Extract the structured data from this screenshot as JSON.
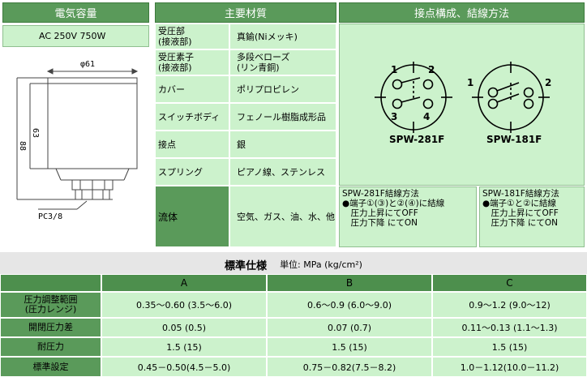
{
  "left": {
    "header": "電気容量",
    "rating": "AC 250V 750W",
    "dims": {
      "phi": "φ61",
      "h63": "63",
      "h88": "88",
      "port": "PC3/8"
    }
  },
  "materials": {
    "header": "主要材質",
    "rows": [
      {
        "label": "受圧部\n(接液部)",
        "value": "真鍮(Niメッキ)"
      },
      {
        "label": "受圧素子\n(接液部)",
        "value": "多段ベローズ\n(リン青銅)"
      },
      {
        "label": "カバー",
        "value": "ポリプロピレン"
      },
      {
        "label": "スイッチボディ",
        "value": "フェノール樹脂成形品"
      },
      {
        "label": "接点",
        "value": "銀"
      },
      {
        "label": "スプリング",
        "value": "ピアノ線、ステンレス"
      },
      {
        "label": "流体",
        "value": "空気、ガス、油、水、他"
      }
    ]
  },
  "contacts": {
    "header": "接点構成、結線方法",
    "d1": {
      "name": "SPW-281F",
      "n1": "1",
      "n2": "2",
      "n3": "3",
      "n4": "4"
    },
    "d2": {
      "name": "SPW-181F",
      "n1": "1",
      "n2": "2"
    },
    "wiring281": {
      "title": "SPW-281F結線方法",
      "l1": "●端子①(③)と②(④)に結線",
      "l2": "　圧力上昇にてOFF",
      "l3": "　圧力下降 にてON"
    },
    "wiring181": {
      "title": "SPW-181F結線方法",
      "l1": "●端子①と②に結線",
      "l2": "　圧力上昇にてOFF",
      "l3": "　圧力下降 にてON"
    }
  },
  "spec": {
    "title": "標準仕様",
    "unit": "単位: MPa (kg/cm²)",
    "cols": [
      "A",
      "B",
      "C"
    ],
    "rows": [
      {
        "label": "圧力調整範囲\n(圧力レンジ)",
        "vals": [
          "0.35～0.60 (3.5～6.0)",
          "0.6～0.9 (6.0～9.0)",
          "0.9～1.2 (9.0～12)"
        ]
      },
      {
        "label": "開閉圧力差",
        "vals": [
          "0.05 (0.5)",
          "0.07 (0.7)",
          "0.11～0.13 (1.1～1.3)"
        ]
      },
      {
        "label": "耐圧力",
        "vals": [
          "1.5 (15)",
          "1.5 (15)",
          "1.5 (15)"
        ]
      },
      {
        "label": "標準設定",
        "vals": [
          "0.45－0.50(4.5－5.0)",
          "0.75－0.82(7.5－8.2)",
          "1.0－1.12(10.0－11.2)"
        ]
      }
    ]
  }
}
